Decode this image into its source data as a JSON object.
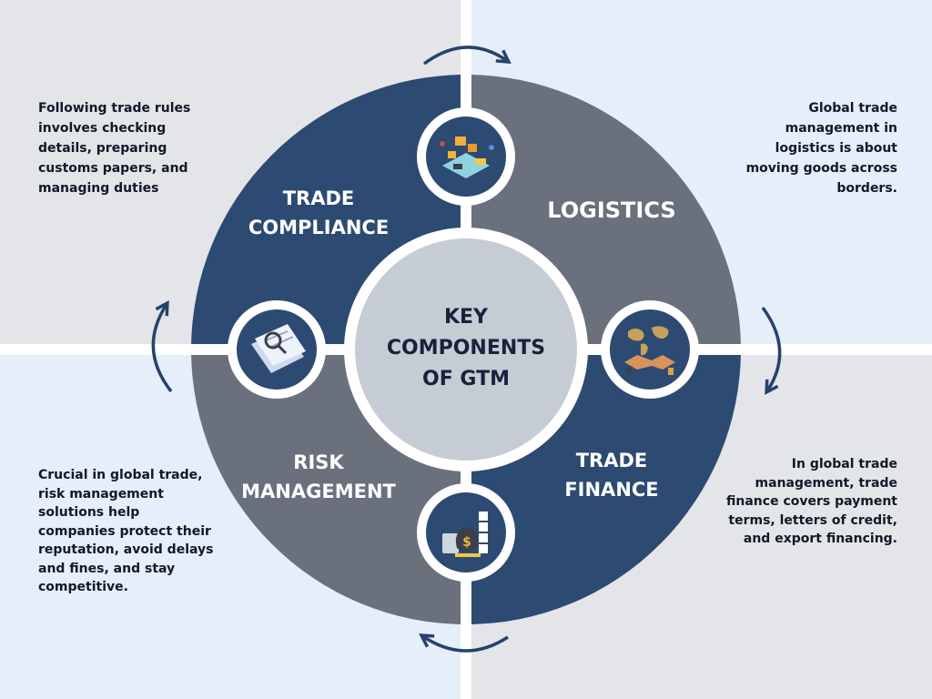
{
  "colors": {
    "navy": "#2d4a73",
    "slate": "#6a707c",
    "center_fill": "#c6ccd3",
    "bg_grey": "#e3e5e8",
    "bg_blue": "#e6eef9",
    "arrow": "#26426a"
  },
  "center": {
    "line1": "KEY",
    "line2": "COMPONENTS",
    "line3": "OF GTM"
  },
  "segments": {
    "trade_compliance": {
      "label_line1": "TRADE",
      "label_line2": "COMPLIANCE",
      "icon": "documents-magnifier-icon",
      "description": "Following trade rules involves checking details, preparing customs papers, and managing duties"
    },
    "logistics": {
      "label": "LOGISTICS",
      "icon": "cargo-logistics-icon",
      "description": "Global trade management in logistics is about moving goods across borders."
    },
    "risk_management": {
      "label_line1": "RISK",
      "label_line2": "MANAGEMENT",
      "icon": "risk-money-bag-icon",
      "description": "Crucial in global trade, risk management solutions help companies protect their reputation, avoid delays and fines, and stay competitive."
    },
    "trade_finance": {
      "label_line1": "TRADE",
      "label_line2": "FINANCE",
      "icon": "handshake-world-map-icon",
      "description": "In global trade management, trade finance covers payment terms, letters of credit, and export financing."
    }
  },
  "arrows": [
    "curved-arrow-top-icon",
    "curved-arrow-right-icon",
    "curved-arrow-bottom-icon",
    "curved-arrow-left-icon"
  ]
}
